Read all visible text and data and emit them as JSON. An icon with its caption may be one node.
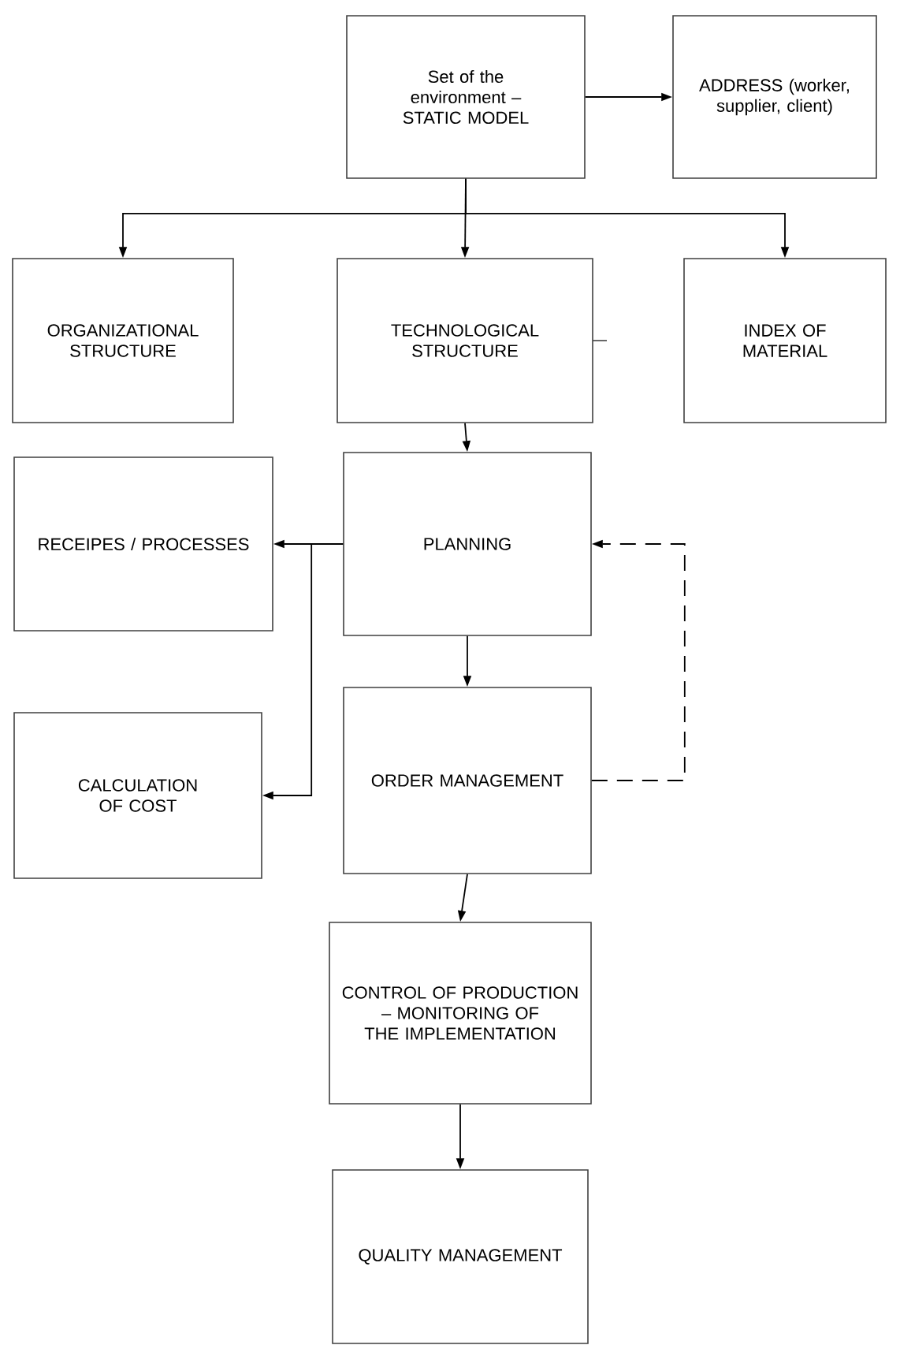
{
  "diagram": {
    "nodes": [
      {
        "text": [
          "Set of the environment – STATIC MODEL"
        ]
      },
      {
        "text": [
          "ADDRESS (worker, supplier, client)"
        ]
      },
      {
        "text": [
          "ORGANIZATIONAL STRUCTURE"
        ]
      },
      {
        "text": [
          "TECHNOLOGICAL STRUCTURE"
        ]
      },
      {
        "text": [
          "INDEX OF MATERIAL"
        ]
      },
      {
        "text": [
          "PLANNING"
        ]
      },
      {
        "text": [
          "RECEIPES / PROCESSES"
        ]
      },
      {
        "text": [
          "CALCULATION OF COST"
        ]
      },
      {
        "text": [
          "ORDER MANAGEMENT"
        ]
      },
      {
        "text": [
          "CONTROL OF PRODUCTION – MONITORING OF THE IMPLEMENTATION"
        ]
      },
      {
        "text": [
          "QUALITY MANAGEMENT"
        ]
      }
    ],
    "edges": [
      {
        "from": 0,
        "to": 1,
        "arrow": "to"
      },
      {
        "from": 0,
        "to": 2,
        "arrow": "to"
      },
      {
        "from": 0,
        "to": 3,
        "arrow": "to"
      },
      {
        "from": 0,
        "to": 4,
        "arrow": "to"
      },
      {
        "from": 3,
        "to": 5,
        "arrow": "to"
      },
      {
        "from": 5,
        "to": 6,
        "arrow": "to"
      },
      {
        "from": 5,
        "to": 7,
        "arrow": "to"
      },
      {
        "from": 5,
        "to": 8,
        "arrow": "to"
      },
      {
        "from": 8,
        "to": 5,
        "arrow": "to",
        "style": "dashed"
      },
      {
        "from": 8,
        "to": 9,
        "arrow": "to"
      },
      {
        "from": 9,
        "to": 10,
        "arrow": "to"
      }
    ]
  }
}
